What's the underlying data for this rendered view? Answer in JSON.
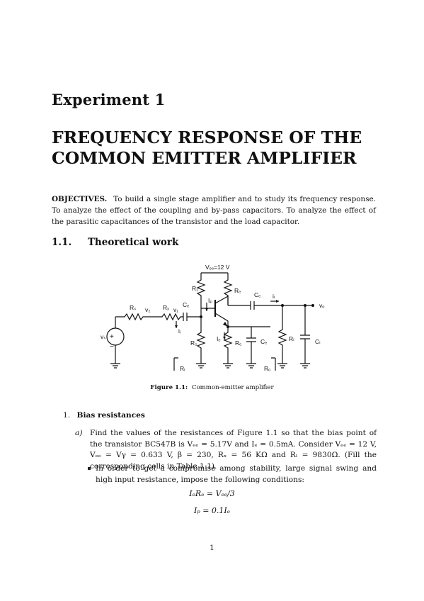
{
  "chapter": {
    "label": "Experiment 1"
  },
  "title": {
    "line1": "FREQUENCY RESPONSE OF THE",
    "line2": "COMMON EMITTER AMPLIFIER"
  },
  "objectives": {
    "heading": "OBJECTIVES.",
    "text": "To build a single stage amplifier and to study its frequency response. To analyze the effect of the coupling and by-pass capacitors. To analyze the effect of the parasitic capacitances of the transistor and the load capacitor."
  },
  "section": {
    "number": "1.1.",
    "title": "Theoretical work"
  },
  "figure": {
    "labels": {
      "vcc": "Vₑₑ=12 V",
      "r1": "R₁",
      "rc": "Rₑ",
      "cc": "Cₑ",
      "il": "iₗ",
      "vo": "vₒ",
      "rs": "Rₛ",
      "v2": "v₂",
      "rx": "Rₓ",
      "v1": "v₁",
      "cb": "Cₑ",
      "ip": "Iₚ",
      "vs": "vₛ",
      "ii": "iᵢ",
      "r2": "R₂",
      "ie": "Iₑ",
      "re": "Rₑ",
      "ce": "Cₑ",
      "rl": "Rₗ",
      "cl": "Cₗ",
      "ri": "Rᵢ",
      "ro": "Rₒ"
    },
    "caption_label": "Figure 1.1:",
    "caption_text": "Common-emitter amplifier"
  },
  "list": {
    "item1_number": "1.",
    "item1_title": "Bias resistances",
    "item_a_label": "a)",
    "item_a_text": "Find the values of the resistances of Figure 1.1 so that the bias point of the transistor BC547B is Vₑₑ = 5.17V and Iₑ = 0.5mA. Consider Vₑₑ = 12 V, Vₑₑ = Vγ = 0.633 V, β = 230, Rₓ = 56 KΩ and Rₗ = 9830Ω. (Fill the corresponding cells in Table 1.1).",
    "bullet_text": "In order to get a compromise among stability, large signal swing and high input resistance, impose the following conditions:",
    "equation1": "IₑRₑ = Vₑₑ/3",
    "equation2": "Iₚ = 0.1Iₑ"
  },
  "page_number": "1"
}
